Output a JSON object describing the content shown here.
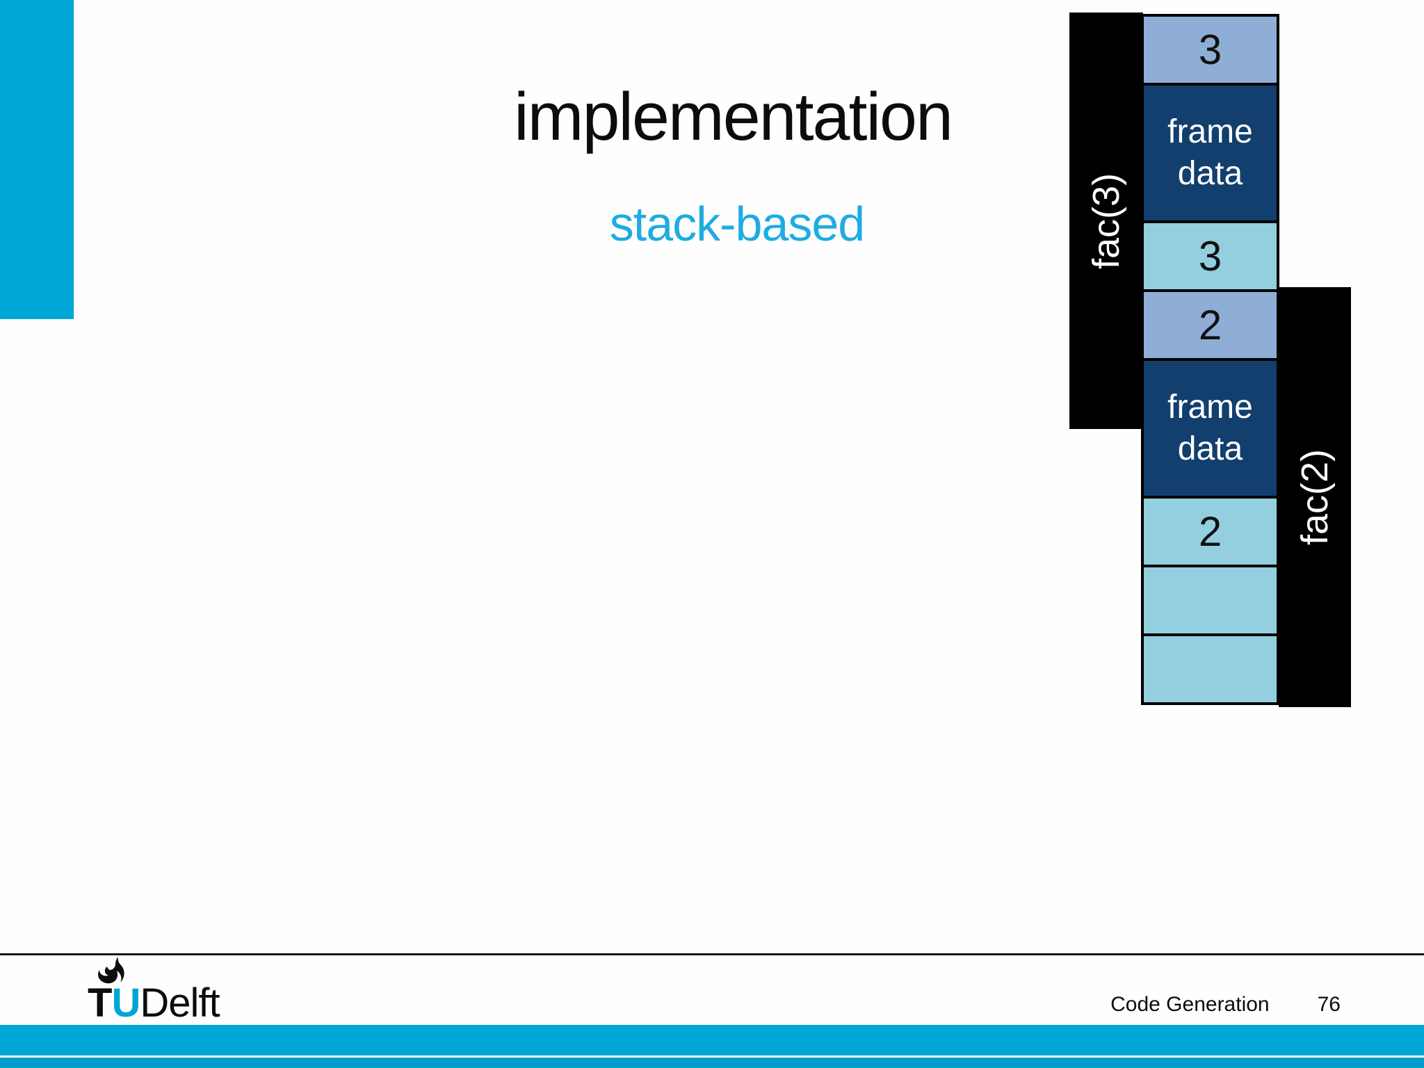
{
  "slide": {
    "title": "implementation",
    "subtitle": "stack-based"
  },
  "stack_diagram": {
    "frame_labels": [
      {
        "label": "fac(3)"
      },
      {
        "label": "fac(2)"
      }
    ],
    "cells": [
      {
        "text": "3",
        "kind": "arg"
      },
      {
        "text": "frame data",
        "kind": "frame"
      },
      {
        "text": "3",
        "kind": "local"
      },
      {
        "text": "2",
        "kind": "arg"
      },
      {
        "text": "frame data",
        "kind": "frame"
      },
      {
        "text": "2",
        "kind": "local"
      },
      {
        "text": "",
        "kind": "local"
      },
      {
        "text": "",
        "kind": "local"
      }
    ],
    "colors": {
      "arg": "#8FAED6",
      "frame": "#123F6D",
      "local": "#93CFDF",
      "bar": "#000000"
    }
  },
  "footer": {
    "course": "Code Generation",
    "page": "76",
    "logo_t": "T",
    "logo_u": "U",
    "logo_rest": "Delft"
  },
  "theme": {
    "accent": "#00A6D6",
    "subtitle_color": "#1EACE1",
    "bottom_strip": "#009CCB"
  }
}
